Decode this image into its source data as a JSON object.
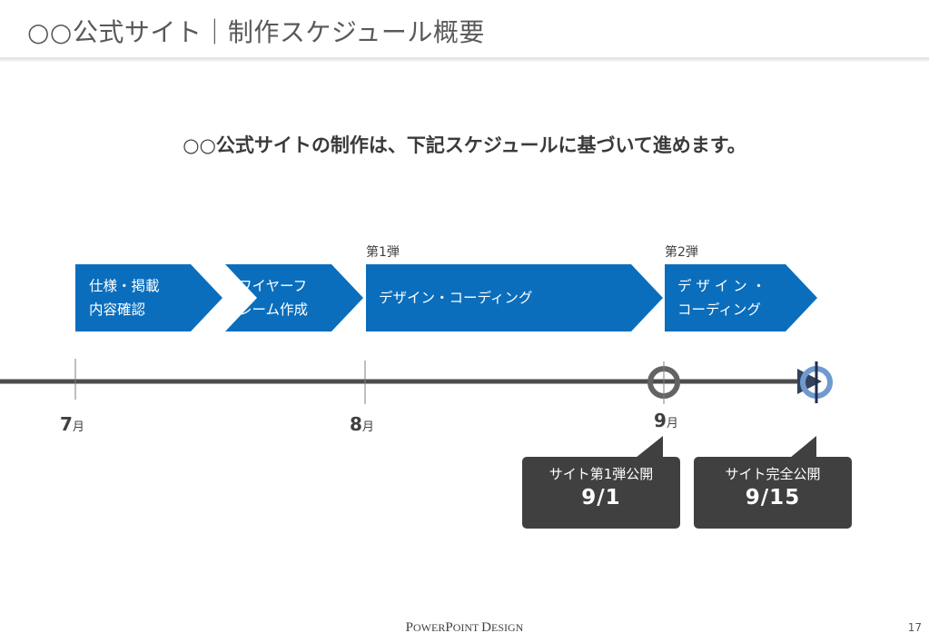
{
  "header": {
    "title": "○○公式サイト｜制作スケジュール概要"
  },
  "lead": "○○公式サイトの制作は、下記スケジュールに基づいて進めます。",
  "phase_labels": {
    "first": "第1弾",
    "second": "第2弾"
  },
  "chevrons": [
    {
      "line1": "仕様・掲載",
      "line2": "内容確認"
    },
    {
      "line1": "ワイヤーフ",
      "line2": "レーム作成"
    },
    {
      "line1": "デザイン・コーディング"
    },
    {
      "line1": "デ ザ イ ン ・",
      "line2": "コーディング"
    }
  ],
  "months": [
    {
      "num": "7",
      "unit": "月"
    },
    {
      "num": "8",
      "unit": "月"
    },
    {
      "num": "9",
      "unit": "月"
    }
  ],
  "callouts": [
    {
      "name": "サイト第1弾公開",
      "date": "9/1"
    },
    {
      "name": "サイト完全公開",
      "date": "9/15"
    }
  ],
  "footer": {
    "brand_p": "P",
    "brand_ower": "OWER",
    "brand_p2": "P",
    "brand_oint": "OINT ",
    "brand_d": "D",
    "brand_esign": "ESIGN",
    "page": "17"
  },
  "colors": {
    "chevron": "#0a6ebd",
    "timeline": "#4d4d4d",
    "milestone_ring": "#636363",
    "final_ring": "#6f9ad0",
    "callout_bg": "#404040"
  }
}
